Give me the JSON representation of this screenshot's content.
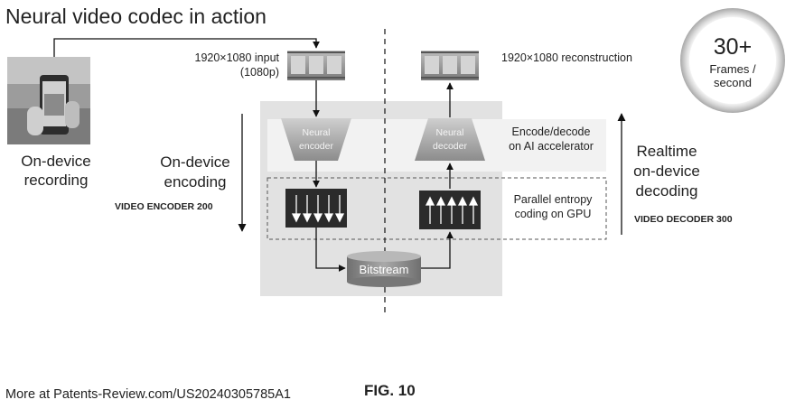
{
  "title": "Neural video codec in action",
  "badge": {
    "value": "30+",
    "unit_line1": "Frames /",
    "unit_line2": "second"
  },
  "left": {
    "recording_line1": "On-device",
    "recording_line2": "recording"
  },
  "input": {
    "line1": "1920×1080 input",
    "line2": "(1080p)"
  },
  "output": {
    "label": "1920×1080 reconstruction"
  },
  "encoder_side": {
    "line1": "On-device",
    "line2": "encoding",
    "ref": "VIDEO ENCODER 200"
  },
  "decoder_side": {
    "line1": "Realtime",
    "line2": "on-device",
    "line3": "decoding",
    "ref": "VIDEO DECODER 300"
  },
  "blocks": {
    "neural_encoder_line1": "Neural",
    "neural_encoder_line2": "encoder",
    "neural_decoder_line1": "Neural",
    "neural_decoder_line2": "decoder",
    "bitstream": "Bitstream"
  },
  "notes": {
    "accel_line1": "Encode/decode",
    "accel_line2": "on AI accelerator",
    "gpu_line1": "Parallel entropy",
    "gpu_line2": "coding on GPU"
  },
  "footer": {
    "source": "More at Patents-Review.com/US20240305785A1",
    "fig": "FIG. 10"
  },
  "colors": {
    "panel": "#e2e2e2",
    "band": "#f2f2f2",
    "dark_block": "#2b2b2b",
    "cylinder": "#8f8f8f",
    "line": "#111111"
  }
}
